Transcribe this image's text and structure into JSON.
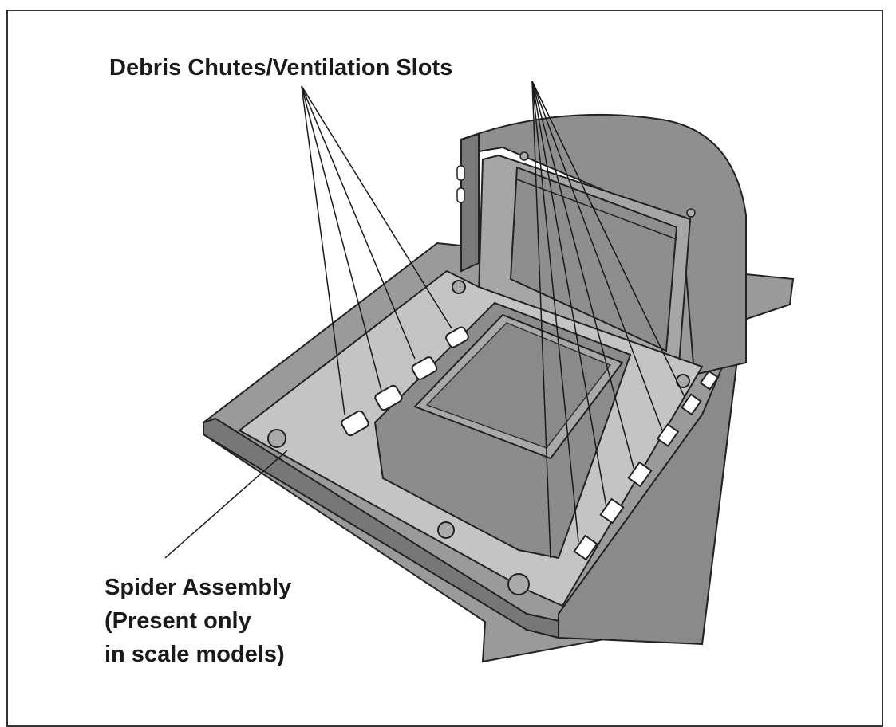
{
  "callouts": {
    "top": "Debris Chutes/Ventilation Slots",
    "bottom": [
      "Spider Assembly",
      "(Present only",
      "in scale models)"
    ]
  },
  "colors": {
    "frame": "#333333",
    "body_fill": "#9a9a9a",
    "body_dark": "#6e6e6e",
    "platter_fill": "#cfcfcf",
    "window_fill": "#8e8e8e",
    "slot_fill": "#ffffff",
    "leader": "#1a1a1a"
  },
  "counts": {
    "left_chutes": 4,
    "right_slots": 6
  }
}
